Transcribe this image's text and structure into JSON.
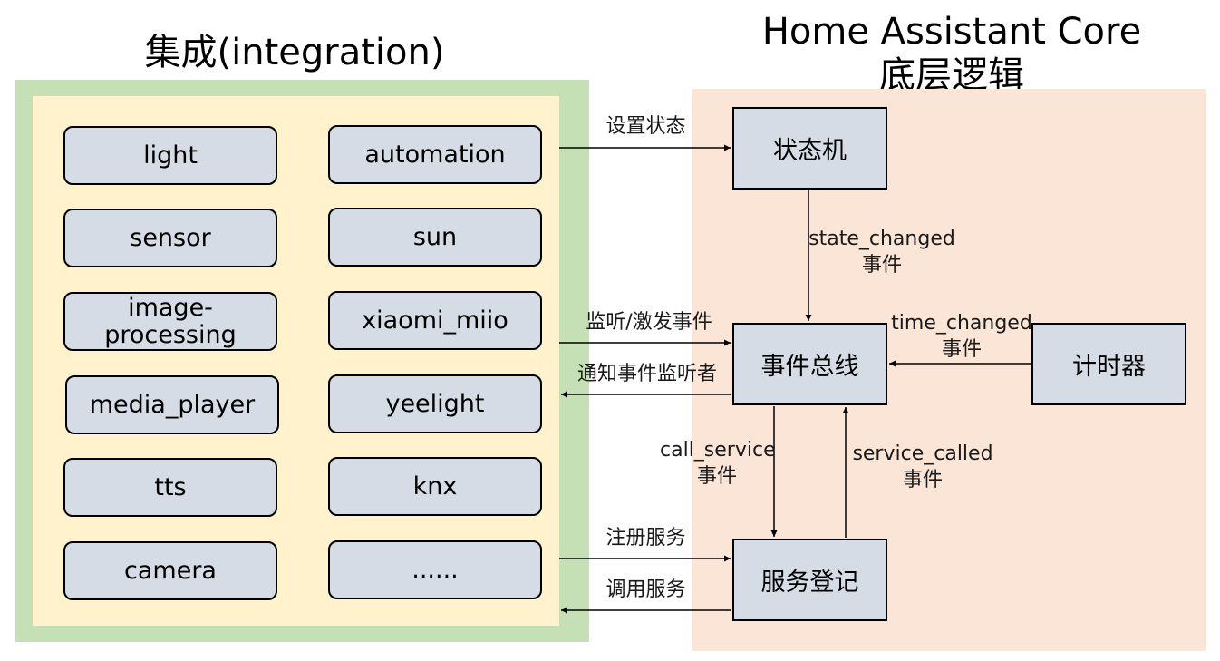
{
  "left_title": "集成(integration)",
  "right_title": [
    "Home Assistant Core",
    "底层逻辑"
  ],
  "colors": {
    "integration_outer": "#c5e0b4",
    "integration_inner": "#fff2cc",
    "core_panel": "#fbe5d6",
    "box_fill": "#d6dce5",
    "line": "#000000"
  },
  "integrations": [
    "light",
    "automation",
    "sensor",
    "sun",
    "image-processing",
    "xiaomi_miio",
    "media_player",
    "yeelight",
    "tts",
    "knx",
    "camera",
    "......"
  ],
  "core_nodes": {
    "state_machine": "状态机",
    "event_bus": "事件总线",
    "timer": "计时器",
    "service_registry": "服务登记"
  },
  "edge_labels": {
    "set_state": "设置状态",
    "state_changed": [
      "state_changed",
      "事件"
    ],
    "listen_fire": "监听/激发事件",
    "notify_listeners": "通知事件监听者",
    "time_changed": [
      "time_changed",
      "事件"
    ],
    "call_service": [
      "call_service",
      "事件"
    ],
    "service_called": [
      "service_called",
      "事件"
    ],
    "register_service": "注册服务",
    "invoke_service": "调用服务"
  }
}
